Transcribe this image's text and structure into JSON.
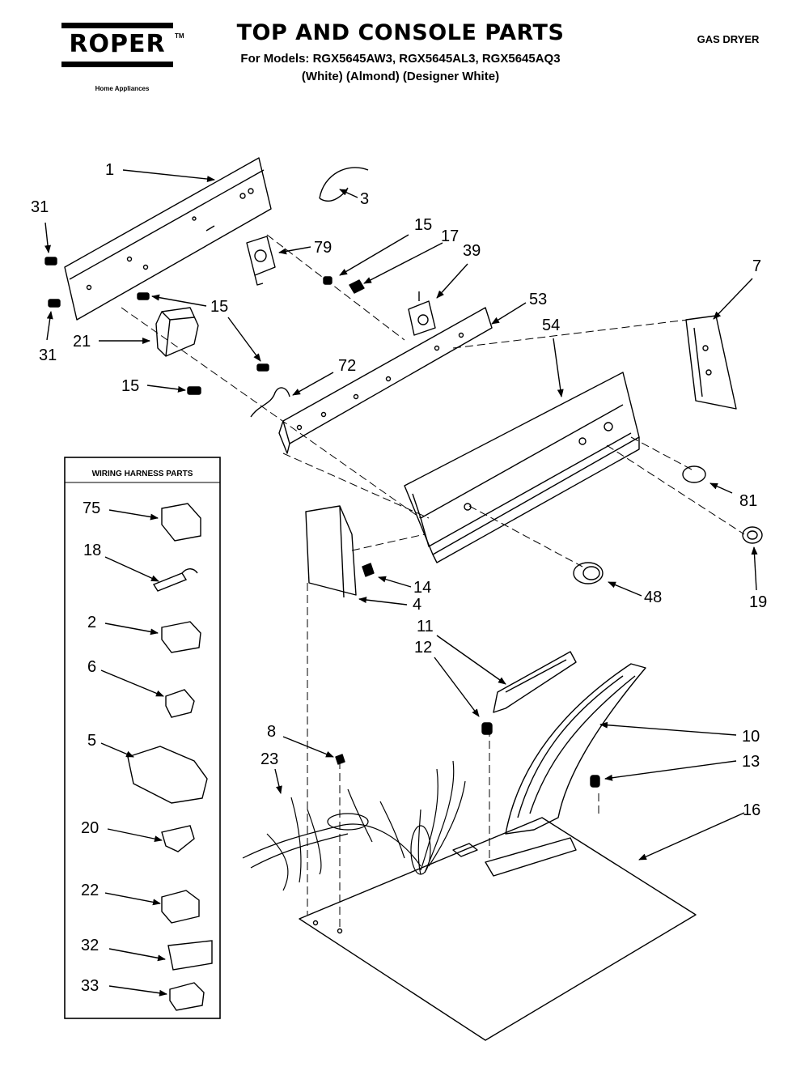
{
  "header": {
    "brand": "ROPER",
    "brand_tm": "TM",
    "brand_sub": "Home Appliances",
    "title": "TOP AND CONSOLE PARTS",
    "models_line": "For Models: RGX5645AW3, RGX5645AL3, RGX5645AQ3",
    "colors_line": "(White)    (Almond)  (Designer White)",
    "product_type": "GAS DRYER"
  },
  "callouts": [
    {
      "id": "c1",
      "label": "1"
    },
    {
      "id": "c3",
      "label": "3"
    },
    {
      "id": "c31a",
      "label": "31"
    },
    {
      "id": "c31b",
      "label": "31"
    },
    {
      "id": "c79",
      "label": "79"
    },
    {
      "id": "c15a",
      "label": "15"
    },
    {
      "id": "c17",
      "label": "17"
    },
    {
      "id": "c39",
      "label": "39"
    },
    {
      "id": "c15b",
      "label": "15"
    },
    {
      "id": "c21",
      "label": "21"
    },
    {
      "id": "c72",
      "label": "72"
    },
    {
      "id": "c15c",
      "label": "15"
    },
    {
      "id": "c53",
      "label": "53"
    },
    {
      "id": "c54",
      "label": "54"
    },
    {
      "id": "c7",
      "label": "7"
    },
    {
      "id": "c81",
      "label": "81"
    },
    {
      "id": "c19",
      "label": "19"
    },
    {
      "id": "c48",
      "label": "48"
    },
    {
      "id": "c14",
      "label": "14"
    },
    {
      "id": "c4",
      "label": "4"
    },
    {
      "id": "c11",
      "label": "11"
    },
    {
      "id": "c12",
      "label": "12"
    },
    {
      "id": "c10",
      "label": "10"
    },
    {
      "id": "c13",
      "label": "13"
    },
    {
      "id": "c16",
      "label": "16"
    },
    {
      "id": "c8",
      "label": "8"
    },
    {
      "id": "c23",
      "label": "23"
    }
  ],
  "wiring_box": {
    "title": "WIRING HARNESS PARTS",
    "items": [
      {
        "id": "w75",
        "label": "75"
      },
      {
        "id": "w18",
        "label": "18"
      },
      {
        "id": "w2",
        "label": "2"
      },
      {
        "id": "w6",
        "label": "6"
      },
      {
        "id": "w5",
        "label": "5"
      },
      {
        "id": "w20",
        "label": "20"
      },
      {
        "id": "w22",
        "label": "22"
      },
      {
        "id": "w32",
        "label": "32"
      },
      {
        "id": "w33",
        "label": "33"
      }
    ]
  }
}
